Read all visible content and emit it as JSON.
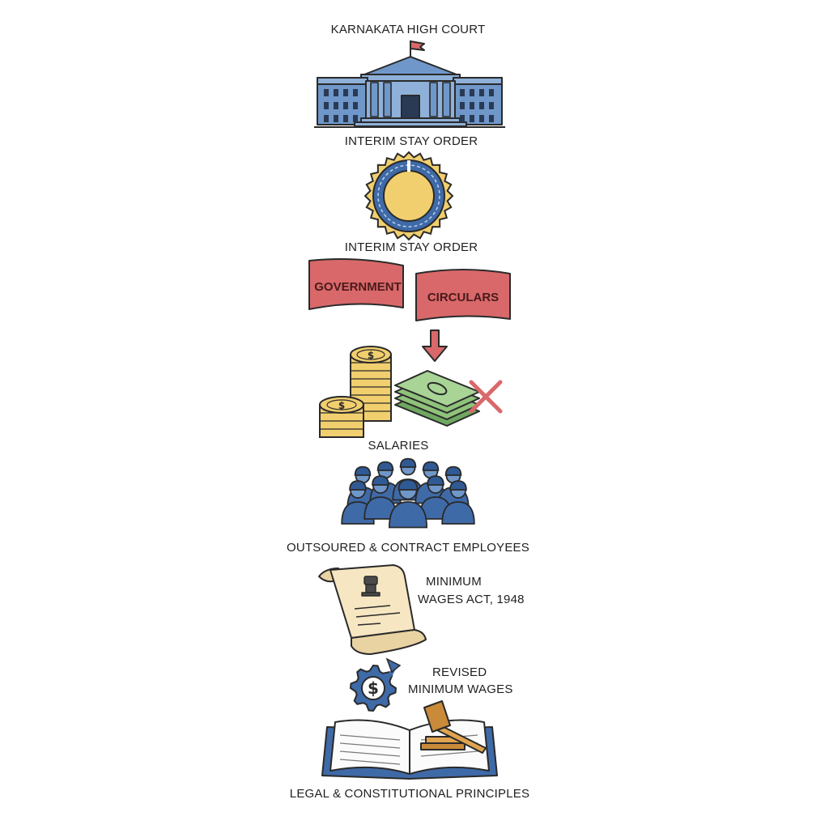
{
  "labels": {
    "court": "KARNAKATA HIGH COURT",
    "stay_order_1": "INTERIM STAY ORDER",
    "stay_order_2": "INTERIM STAY ORDER",
    "banner_left": "GOVERNMENT",
    "banner_right": "CIRCULARS",
    "salaries": "SALARIES",
    "employees": "OUTSOURED & CONTRACT EMPLOYEES",
    "act_line1": "MINIMUM",
    "act_line2": "WAGES ACT, 1948",
    "revised_line1": "REVISED",
    "revised_line2": "MINIMUM WAGES",
    "principles": "LEGAL & CONSTITUTIONAL PRINCIPLES"
  },
  "icons": {
    "court": "courthouse-icon",
    "seal": "seal-icon",
    "banners": "banner-icon",
    "arrow": "down-arrow-icon",
    "coins": "coin-stack-icon",
    "cash": "cash-stack-icon",
    "cross": "red-x-icon",
    "workers": "workers-group-icon",
    "scroll": "scroll-icon",
    "gear": "dollar-gear-icon",
    "book": "open-book-icon",
    "gavel": "gavel-icon"
  },
  "colors": {
    "ink": "#2a2a2a",
    "blue": "#6f97c9",
    "blue_dark": "#3f6aa8",
    "gold": "#f2cf6e",
    "red": "#d9686a",
    "green": "#8fc27a",
    "paper": "#f6e6c2"
  }
}
